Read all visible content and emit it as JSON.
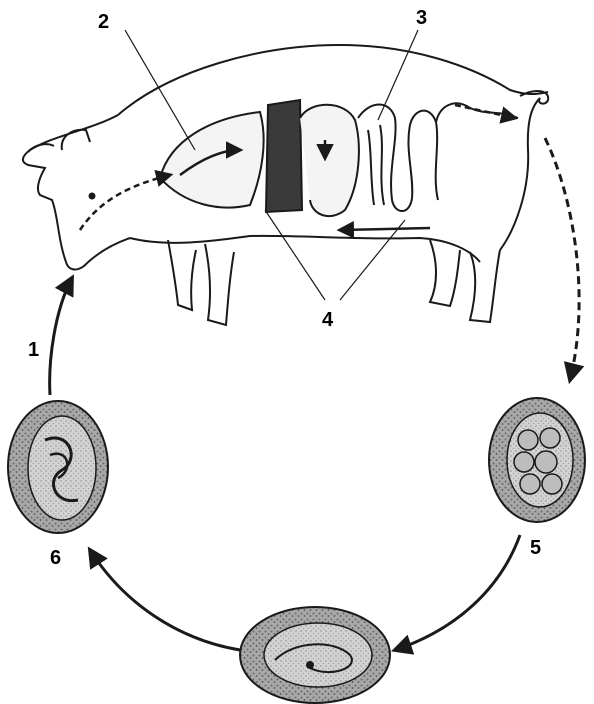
{
  "diagram": {
    "labels": {
      "one": "1",
      "two": "2",
      "three": "3",
      "four": "4",
      "five": "5",
      "six": "6"
    },
    "colors": {
      "ink": "#1a1a1a",
      "organ_dark": "#3a3a3a",
      "egg_shell": "#8a8a8a",
      "egg_inner": "#bdbdbd"
    }
  }
}
